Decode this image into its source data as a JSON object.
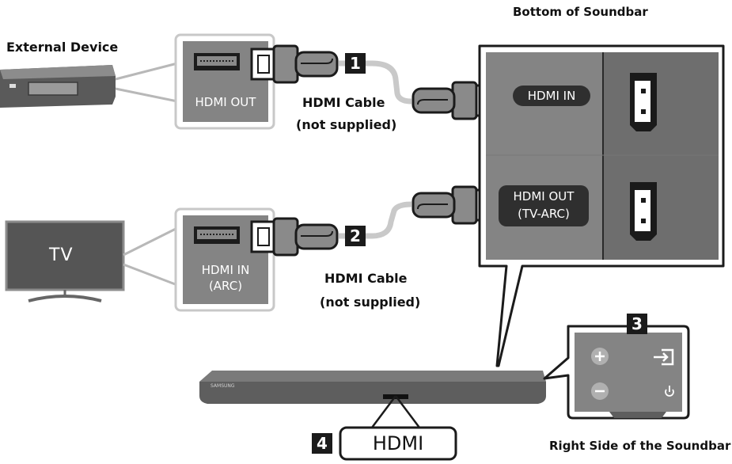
{
  "labels": {
    "external_device": "External Device",
    "bottom_of_soundbar": "Bottom of Soundbar",
    "right_side": "Right Side of the Soundbar",
    "tv": "TV"
  },
  "ports": {
    "device_hdmi_out": "HDMI OUT",
    "tv_hdmi_in_line1": "HDMI IN",
    "tv_hdmi_in_line2": "(ARC)",
    "soundbar_hdmi_in": "HDMI IN",
    "soundbar_hdmi_out_line1": "HDMI OUT",
    "soundbar_hdmi_out_line2": "(TV-ARC)"
  },
  "cables": [
    {
      "number": "1",
      "label_line1": "HDMI Cable",
      "label_line2": "(not supplied)"
    },
    {
      "number": "2",
      "label_line1": "HDMI Cable",
      "label_line2": "(not supplied)"
    }
  ],
  "callouts": {
    "side_number": "3",
    "bottom_number": "4",
    "hdmi_indicator": "HDMI"
  },
  "soundbar": {
    "brand": "SAMSUNG"
  },
  "icons": [
    "volume-up-icon",
    "volume-down-icon",
    "input-source-icon",
    "power-icon"
  ],
  "colors": {
    "panel_gray": "#848484",
    "panel_dark": "#2f2f2f",
    "outline": "#1b1b1b",
    "cable_gray": "#c9c9c9"
  }
}
